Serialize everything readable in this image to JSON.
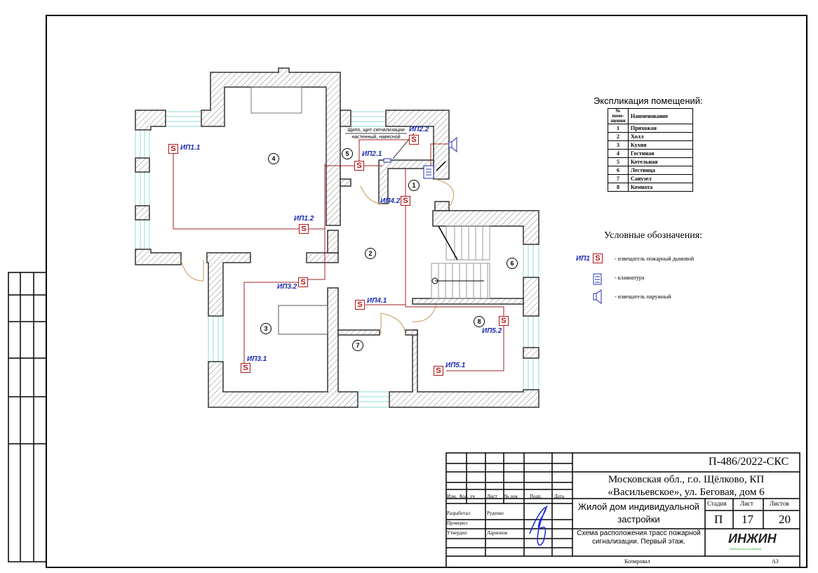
{
  "explication": {
    "title": "Экспликация помещений:",
    "col_no": "№ поме-щения",
    "col_name": "Наименование",
    "rows": [
      {
        "no": "1",
        "name": "Прихожая"
      },
      {
        "no": "2",
        "name": "Холл"
      },
      {
        "no": "3",
        "name": "Кухня"
      },
      {
        "no": "4",
        "name": "Гостиная"
      },
      {
        "no": "5",
        "name": "Котельная"
      },
      {
        "no": "6",
        "name": "Лестница"
      },
      {
        "no": "7",
        "name": "Санузел"
      },
      {
        "no": "8",
        "name": "Комната"
      }
    ]
  },
  "legend": {
    "title": "Условные обозначения:",
    "items": [
      {
        "icon": "smoke-detector-icon",
        "prefix": "ИП1",
        "text": "- извещатель пожарный дымовой"
      },
      {
        "icon": "keypad-icon",
        "text": "- клавиатура"
      },
      {
        "icon": "outdoor-sounder-icon",
        "text": "- извещатель наружный"
      }
    ]
  },
  "plan": {
    "panel_note_line1": "Щипо, щит сигнализации",
    "panel_note_line2": "настенный, навесной",
    "detector_glyph": "S",
    "detectors": [
      "ИП1.1",
      "ИП1.2",
      "ИП2.1",
      "ИП2.2",
      "ИП3.1",
      "ИП3.2",
      "ИП4.1",
      "ИП4.2",
      "ИП5.1",
      "ИП5.2"
    ],
    "rooms": [
      "1",
      "2",
      "3",
      "4",
      "5",
      "6",
      "7",
      "8"
    ]
  },
  "title_block": {
    "code": "П-486/2022-СКС",
    "address_line1": "Московская обл., г.о. Щёлково, КП",
    "address_line2": "«Васильевское», ул. Беговая, дом 6",
    "object_name": "Жилой дом индивидуальной застройки",
    "sheet_title": "Схема расположения трасс пожарной сигнализации. Первый этаж.",
    "stage_label": "Стадия",
    "sheet_label": "Лист",
    "sheets_label": "Листов",
    "stage": "П",
    "sheet": "17",
    "sheets": "20",
    "headers": [
      "Изм.",
      "Кол. уч",
      "Лист",
      "№ док",
      "Подп.",
      "Дата"
    ],
    "roles": [
      {
        "role": "Разработал",
        "name": "Руденко"
      },
      {
        "role": "Проверил",
        "name": ""
      },
      {
        "role": "Утвердил",
        "name": "Ларионов"
      }
    ],
    "logo": "ИНЖИН",
    "logo_sub": "Инженерные инновации",
    "copied_by": "Копировал",
    "format": "А3"
  }
}
